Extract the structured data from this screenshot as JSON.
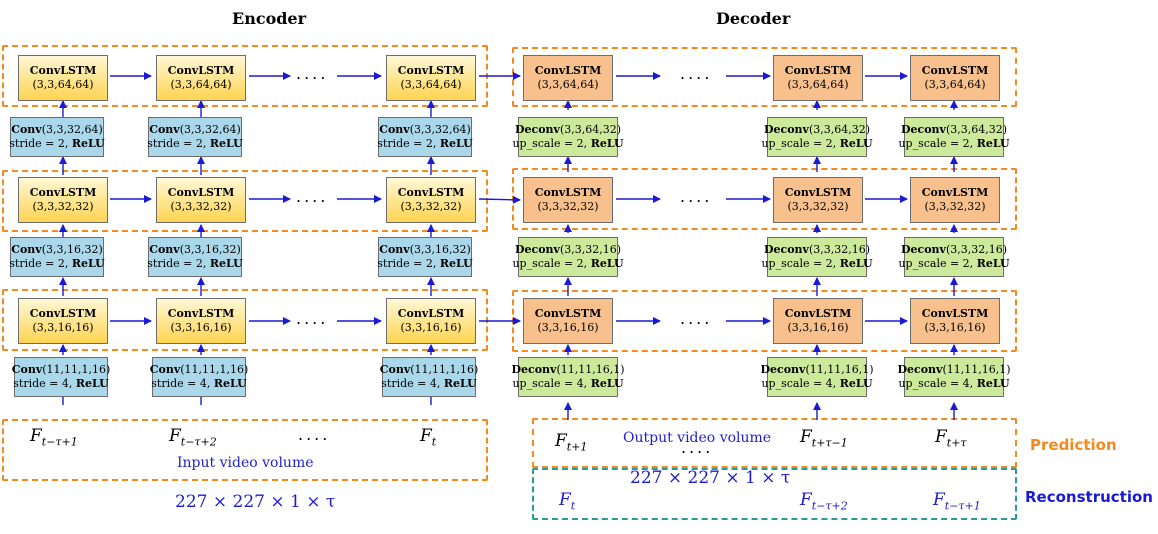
{
  "titles": {
    "encoder": "Encoder",
    "decoder": "Decoder"
  },
  "enc": {
    "lstm_top": {
      "name": "ConvLSTM",
      "params": "(3,3,64,64)"
    },
    "lstm_mid": {
      "name": "ConvLSTM",
      "params": "(3,3,32,32)"
    },
    "lstm_bot": {
      "name": "ConvLSTM",
      "params": "(3,3,16,16)"
    },
    "conv_top": {
      "name": "Conv",
      "params": "(3,3,32,64)",
      "l2_pre": "stride = 2, ",
      "act": "ReLU"
    },
    "conv_mid": {
      "name": "Conv",
      "params": "(3,3,16,32)",
      "l2_pre": "stride = 2, ",
      "act": "ReLU"
    },
    "conv_bot": {
      "name": "Conv",
      "params": "(11,11,1,16)",
      "l2_pre": "stride = 4, ",
      "act": "ReLU"
    }
  },
  "dec": {
    "lstm_top": {
      "name": "ConvLSTM",
      "params": "(3,3,64,64)"
    },
    "lstm_mid": {
      "name": "ConvLSTM",
      "params": "(3,3,32,32)"
    },
    "lstm_bot": {
      "name": "ConvLSTM",
      "params": "(3,3,16,16)"
    },
    "deconv_top": {
      "name": "Deconv",
      "params": "(3,3,64,32)",
      "l2_pre": "up_scale = 2, ",
      "act": "ReLU"
    },
    "deconv_mid": {
      "name": "Deconv",
      "params": "(3,3,32,16)",
      "l2_pre": "up_scale = 2, ",
      "act": "ReLU"
    },
    "deconv_bot": {
      "name": "Deconv",
      "params": "(11,11,16,1)",
      "l2_pre": "up_scale = 4, ",
      "act": "ReLU"
    }
  },
  "ellipsis": "....",
  "inputs": {
    "f1": {
      "base": "F",
      "sub": "t−τ+1"
    },
    "f2": {
      "base": "F",
      "sub": "t−τ+2"
    },
    "f3": {
      "base": "F",
      "sub": "t"
    }
  },
  "input_caption": "Input video volume",
  "input_dims": "227 × 227 × 1 × τ",
  "prediction": {
    "f1": {
      "base": "F",
      "sub": "t+1"
    },
    "f2": {
      "base": "F",
      "sub": "t+τ−1"
    },
    "f3": {
      "base": "F",
      "sub": "t+τ"
    }
  },
  "output_caption": "Output video volume",
  "output_dims": "227 × 227 × 1 × τ",
  "reconstruction": {
    "f1": {
      "base": "F",
      "sub": "t"
    },
    "f2": {
      "base": "F",
      "sub": "t−τ+2"
    },
    "f3": {
      "base": "F",
      "sub": "t−τ+1"
    }
  },
  "labels": {
    "prediction": "Prediction",
    "reconstruction": "Reconstruction"
  },
  "colors": {
    "encoder_lstm": "#ffd451",
    "decoder_lstm": "#f8c08d",
    "conv": "#aad7ea",
    "deconv": "#cde99c",
    "dash_orange": "#f28a1e",
    "dash_teal": "#2b9a9a",
    "arrow_blue": "#1a1ad6",
    "prediction_label": "#f28a1e",
    "reconstruction_label": "#1a1ad6"
  }
}
